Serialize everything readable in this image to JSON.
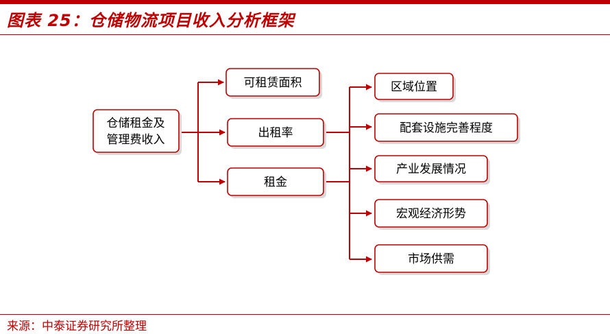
{
  "title": "图表 25：仓储物流项目收入分析框架",
  "source": "来源：中泰证券研究所整理",
  "colors": {
    "accent": "#c00000",
    "text": "#000000",
    "background": "#ffffff"
  },
  "nodes": {
    "root_line1": "仓储租金及",
    "root_line2": "管理费收入",
    "leasable_area": "可租赁面积",
    "occupancy_rate": "出租率",
    "rent": "租金",
    "location": "区域位置",
    "facilities": "配套设施完善程度",
    "industry": "产业发展情况",
    "macro_economy": "宏观经济形势",
    "market_supply_demand": "市场供需"
  }
}
